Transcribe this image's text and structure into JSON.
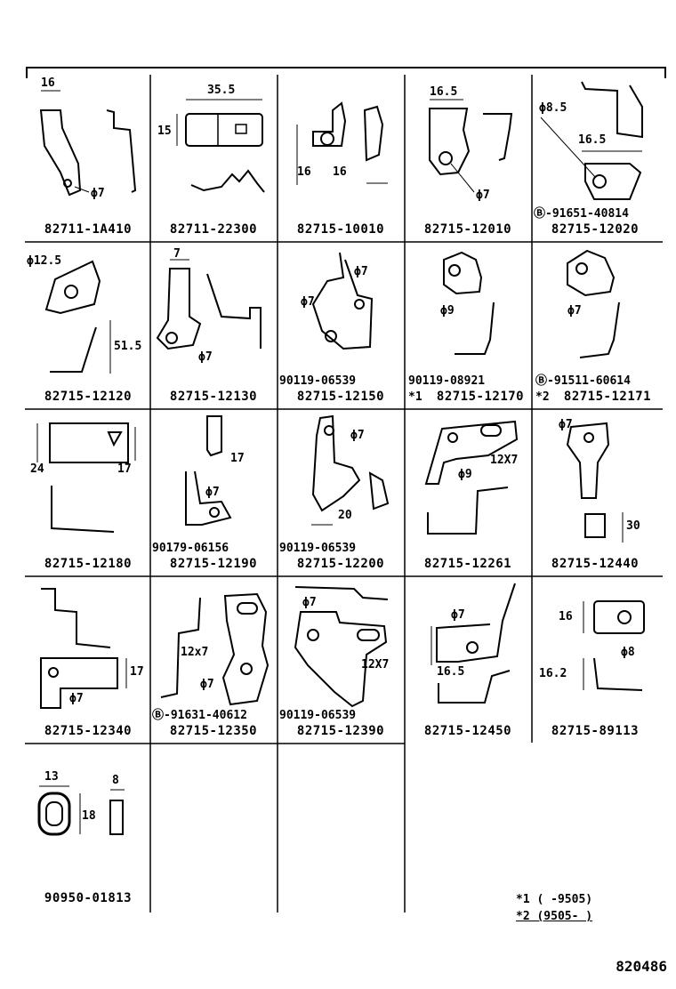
{
  "rows": [
    [
      {
        "part_number": "82711-1A410",
        "dims": [
          "16",
          "ϕ7"
        ],
        "callout": ""
      },
      {
        "part_number": "82711-22300",
        "dims": [
          "35.5",
          "15"
        ],
        "callout": ""
      },
      {
        "part_number": "82715-10010",
        "dims": [
          "16",
          "16"
        ],
        "callout": ""
      },
      {
        "part_number": "82715-12010",
        "dims": [
          "16.5",
          "ϕ7"
        ],
        "callout": ""
      },
      {
        "part_number": "82715-12020",
        "dims": [
          "ϕ8.5",
          "16.5"
        ],
        "callout": "Ⓑ-91651-40814"
      }
    ],
    [
      {
        "part_number": "82715-12120",
        "dims": [
          "ϕ12.5",
          "51.5"
        ],
        "callout": ""
      },
      {
        "part_number": "82715-12130",
        "dims": [
          "7",
          "ϕ7"
        ],
        "callout": ""
      },
      {
        "part_number": "82715-12150",
        "dims": [
          "ϕ7",
          "ϕ7"
        ],
        "callout": "90119-06539"
      },
      {
        "part_number": "82715-12170",
        "dims": [
          "ϕ9"
        ],
        "callout": "90119-08921",
        "mark": "*1"
      },
      {
        "part_number": "82715-12171",
        "dims": [
          "ϕ7"
        ],
        "callout": "Ⓑ-91511-60614",
        "mark": "*2"
      }
    ],
    [
      {
        "part_number": "82715-12180",
        "dims": [
          "24",
          "17"
        ],
        "callout": ""
      },
      {
        "part_number": "82715-12190",
        "dims": [
          "17",
          "ϕ7"
        ],
        "callout": "90179-06156"
      },
      {
        "part_number": "82715-12200",
        "dims": [
          "ϕ7",
          "20"
        ],
        "callout": "90119-06539"
      },
      {
        "part_number": "82715-12261",
        "dims": [
          "12X7",
          "ϕ9"
        ],
        "callout": ""
      },
      {
        "part_number": "82715-12440",
        "dims": [
          "ϕ7",
          "30"
        ],
        "callout": ""
      }
    ],
    [
      {
        "part_number": "82715-12340",
        "dims": [
          "17",
          "ϕ7"
        ],
        "callout": ""
      },
      {
        "part_number": "82715-12350",
        "dims": [
          "12x7",
          "ϕ7"
        ],
        "callout": "Ⓑ-91631-40612"
      },
      {
        "part_number": "82715-12390",
        "dims": [
          "ϕ7",
          "12X7"
        ],
        "callout": "90119-06539"
      },
      {
        "part_number": "82715-12450",
        "dims": [
          "ϕ7",
          "16.5"
        ],
        "callout": ""
      },
      {
        "part_number": "82715-89113",
        "dims": [
          "16",
          "ϕ8",
          "16.2"
        ],
        "callout": ""
      }
    ],
    [
      {
        "part_number": "90950-01813",
        "dims": [
          "13",
          "8",
          "18"
        ],
        "callout": ""
      }
    ]
  ],
  "footnotes": [
    "*1  (     -9505)",
    "*2  (9505-      )"
  ],
  "page_code": "820486"
}
